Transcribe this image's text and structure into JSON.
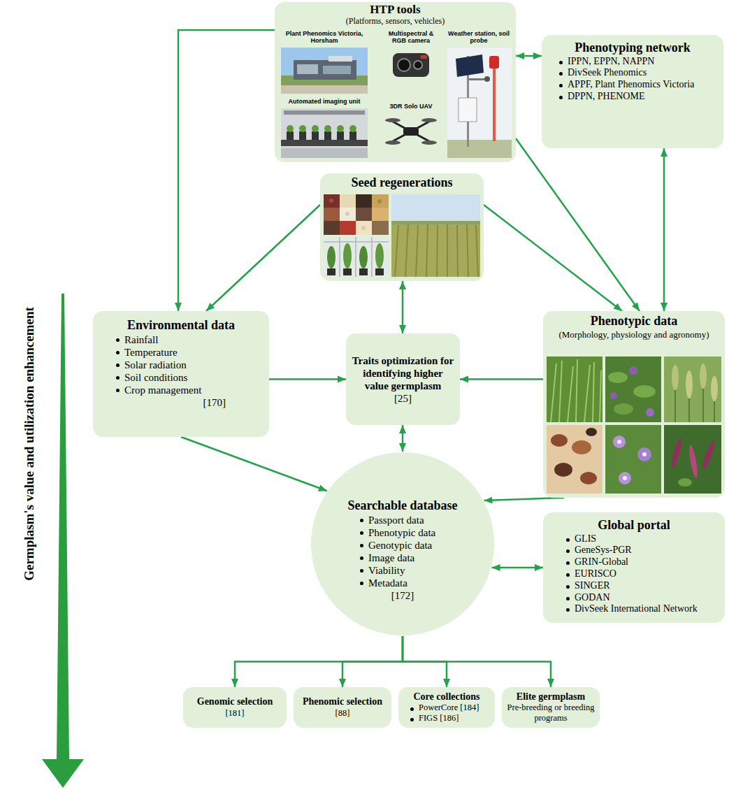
{
  "diagram": {
    "nodes": [
      {
        "text": [
          "HTP tools",
          "(Platforms, sensors, vehicles)"
        ]
      },
      {
        "text": [
          "Phenotyping network",
          "IPPN, EPPN, NAPPN",
          "DivSeek Phenomics",
          "APPF, Plant Phenomics Victoria",
          "DPPN, PHENOME"
        ]
      },
      {
        "text": [
          "Seed regenerations"
        ]
      },
      {
        "text": [
          "Environmental data",
          "Rainfall",
          "Temperature",
          "Solar radiation",
          "Soil conditions",
          "Crop management",
          "[170]"
        ]
      },
      {
        "text": [
          "Traits optimization for identifying higher value germplasm",
          "[25]"
        ]
      },
      {
        "text": [
          "Phenotypic data",
          "(Morphology, physiology and agronomy)"
        ]
      },
      {
        "text": [
          "Searchable database",
          "Passport data",
          "Phenotypic data",
          "Genotypic data",
          "Image data",
          "Viability",
          "Metadata",
          "[172]"
        ]
      },
      {
        "text": [
          "Global portal",
          "GLIS",
          "GeneSys-PGR",
          "GRIN-Global",
          "EURISCO",
          "SINGER",
          "GODAN",
          "DivSeek International Network"
        ]
      },
      {
        "text": [
          "Genomic selection",
          "[181]"
        ]
      },
      {
        "text": [
          "Phenomic selection",
          "[88]"
        ]
      },
      {
        "text": [
          "Core collections",
          "PowerCore [184]",
          "FIGS [186]"
        ]
      },
      {
        "text": [
          "Elite germplasm",
          "Pre-breeding or breeding programs"
        ]
      }
    ],
    "edges": [
      {
        "from": 0,
        "to": 3,
        "arrow": "to"
      },
      {
        "from": 0,
        "to": 1,
        "arrow": "both"
      },
      {
        "from": 0,
        "to": 5,
        "arrow": "to"
      },
      {
        "from": 1,
        "to": 5,
        "arrow": "both"
      },
      {
        "from": 2,
        "to": 3,
        "arrow": "to"
      },
      {
        "from": 2,
        "to": 5,
        "arrow": "to"
      },
      {
        "from": 2,
        "to": 4,
        "arrow": "both"
      },
      {
        "from": 3,
        "to": 4,
        "arrow": "to"
      },
      {
        "from": 5,
        "to": 4,
        "arrow": "to"
      },
      {
        "from": 4,
        "to": 6,
        "arrow": "both"
      },
      {
        "from": 3,
        "to": 6,
        "arrow": "to"
      },
      {
        "from": 5,
        "to": 6,
        "arrow": "to"
      },
      {
        "from": 6,
        "to": 7,
        "arrow": "both"
      },
      {
        "from": 6,
        "to": 8,
        "arrow": "to"
      },
      {
        "from": 6,
        "to": 9,
        "arrow": "to"
      },
      {
        "from": 6,
        "to": 10,
        "arrow": "to"
      },
      {
        "from": 6,
        "to": 11,
        "arrow": "to"
      }
    ],
    "labels": [
      "Plant Phenomics Victoria, Horsham",
      "Multispectral & RGB camera",
      "Weather station, soil probe",
      "Automated imaging unit",
      "3DR Solo UAV",
      "Germplasm's value and utilization enhancement"
    ]
  }
}
